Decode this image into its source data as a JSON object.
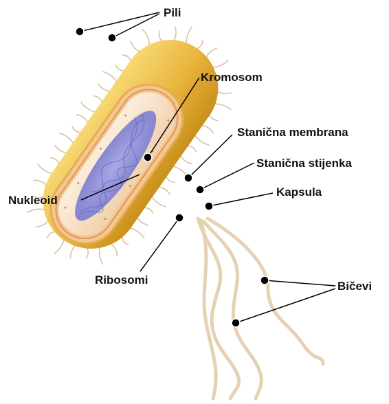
{
  "labels": {
    "pili": "Pili",
    "kromosom": "Kromosom",
    "stanicna_membrana": "Stanična membrana",
    "stanicna_stijenka": "Stanična stijenka",
    "kapsula": "Kapsula",
    "nukleoid": "Nukleoid",
    "ribosomi": "Ribosomi",
    "bicevi": "Bičevi"
  },
  "colors": {
    "capsule": "#e8b33a",
    "cell_wall": "#f2c98a",
    "cytoplasm": "#f7e1c4",
    "nucleoid": "#8e8ed6",
    "flagella": "#e7d3b8",
    "pili": "#d9c2a5",
    "pointer": "#000000"
  }
}
